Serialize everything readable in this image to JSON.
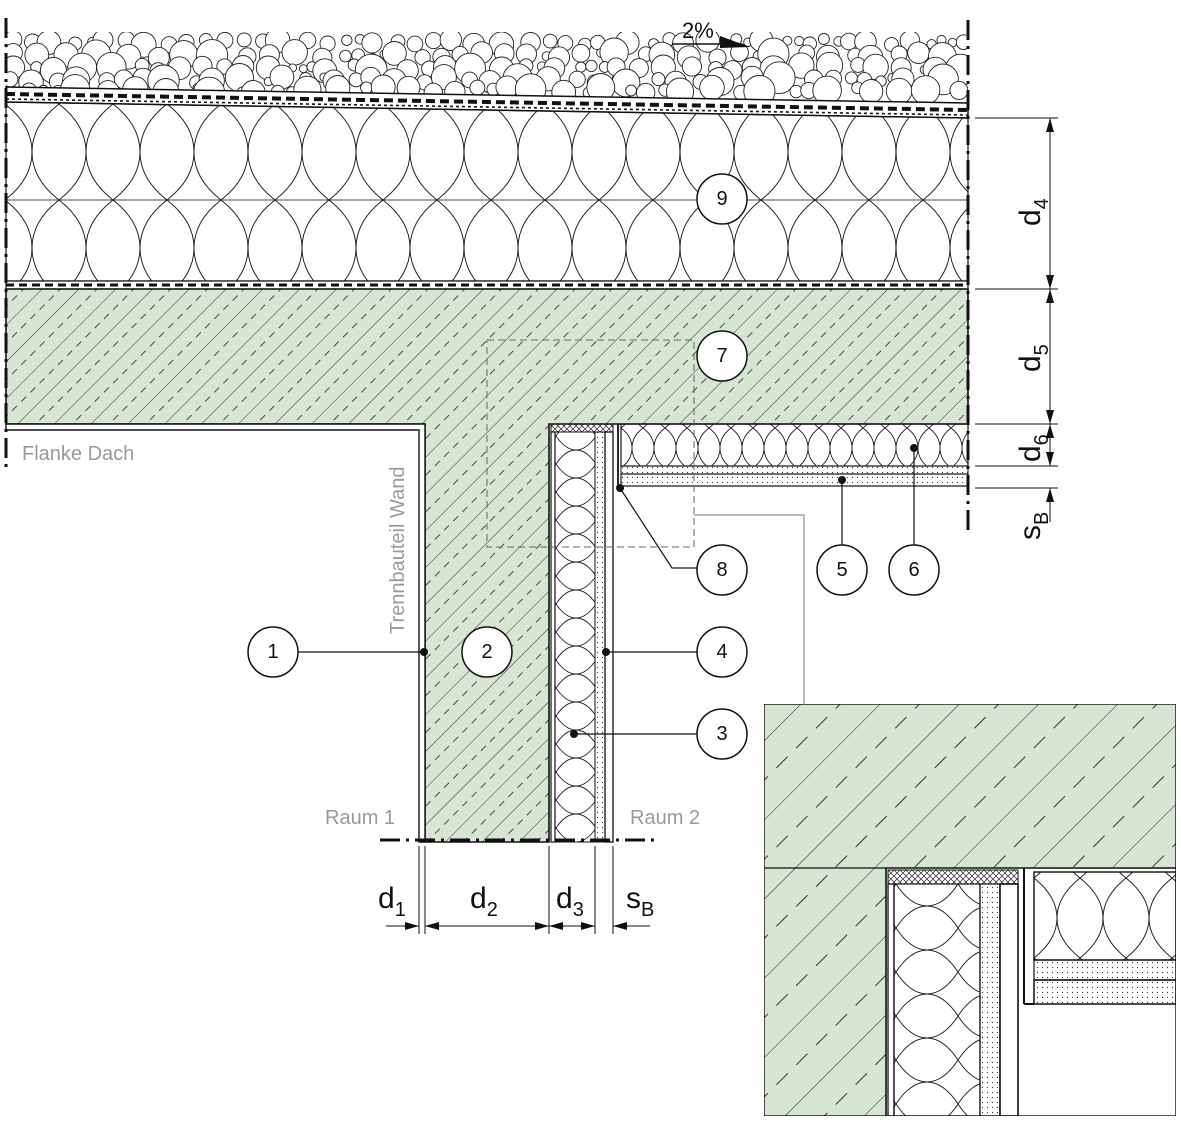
{
  "slope_label": "2%",
  "labels": {
    "flanke": "Flanke Dach",
    "trennbauteil": "Trennbauteil Wand",
    "raum1": "Raum 1",
    "raum2": "Raum 2"
  },
  "dimensions": {
    "d4": {
      "main": "d",
      "sub": "4"
    },
    "d5": {
      "main": "d",
      "sub": "5"
    },
    "d6": {
      "main": "d",
      "sub": "6"
    },
    "sB_right": {
      "main": "s",
      "sub": "B"
    },
    "d1": {
      "main": "d",
      "sub": "1"
    },
    "d2": {
      "main": "d",
      "sub": "2"
    },
    "d3": {
      "main": "d",
      "sub": "3"
    },
    "sB_bottom": {
      "main": "s",
      "sub": "B"
    }
  },
  "callouts": [
    "1",
    "2",
    "3",
    "4",
    "5",
    "6",
    "7",
    "8",
    "9"
  ],
  "colors": {
    "concrete": "#d6e6d3",
    "line": "#111111",
    "gray_text": "#9a9a9a"
  }
}
